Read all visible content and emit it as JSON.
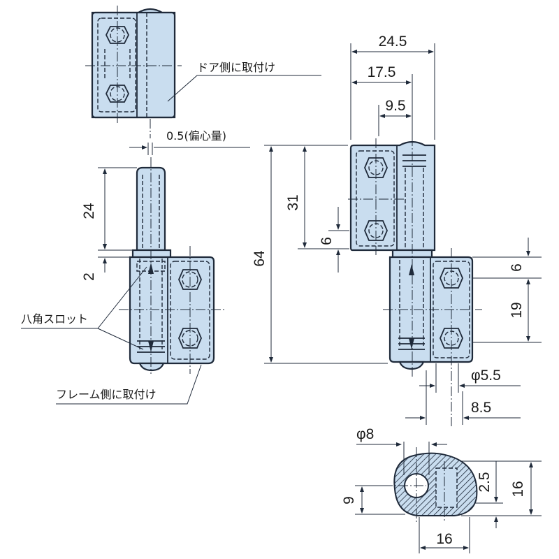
{
  "labels": {
    "door_mount": "ドア側に取付け",
    "eccentric": "0.5(偏心量)",
    "octagon_slot": "八角スロット",
    "frame_mount": "フレーム側に取付け"
  },
  "dims": {
    "w_24_5": "24.5",
    "w_17_5": "17.5",
    "w_9_5": "9.5",
    "h_64": "64",
    "h_31": "31",
    "h_6_left": "6",
    "h_24": "24",
    "h_2": "2",
    "h_6_right": "6",
    "h_19": "19",
    "phi_5_5": "φ5.5",
    "w_8_5": "8.5",
    "phi_8": "φ8",
    "h_9": "9",
    "h_2_5": "2.5",
    "h_16_right": "16",
    "w_16_bottom": "16"
  },
  "colors": {
    "part_fill": "#c9ddef",
    "outline": "#1f2a3a"
  }
}
